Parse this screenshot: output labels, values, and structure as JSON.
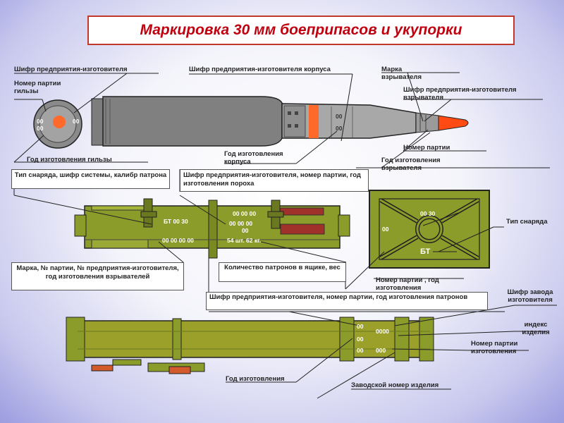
{
  "title": "Маркировка 30 мм боеприпасов и укупорки",
  "cartridge": {
    "manufacturer_code": "Шифр предприятия-изготовителя",
    "batch_number_case": "Номер партии гильзы",
    "case_year": "Год изготовления гильзы",
    "body_manufacturer_code": "Шифр предприятия-изготовителя корпуса",
    "body_year": "Год изготовления корпуса",
    "fuze_brand": "Марка взрывателя",
    "fuze_manufacturer_code": "Шифр предприятия-изготовителя взрывателя",
    "batch_number": "Номер партии",
    "fuze_year": "Год изготовления взрывателя",
    "base_marks": [
      "00",
      "00",
      "00"
    ],
    "body_marks": [
      "00",
      "00"
    ]
  },
  "box_labels": {
    "projectile_type": "Тип снаряда, шифр системы, калибр патрона",
    "powder_info": "Шифр предприятия-изготовителя, номер партии, год изготовления пороха",
    "fuze_info": "Марка, № партии, № предприятия-изготовителя, год изготовления взрывателей",
    "count_weight": "Количество патронов в ящике, вес",
    "end_batch_year": "Номер партии , год изготовления",
    "end_type": "Тип снаряда",
    "mfr_batch_year": "Шифр предприятия-изготовителя, номер партии, год изготовления патронов"
  },
  "box_marks": {
    "bt": "БТ  00 30",
    "codes_left": "00  00 00 00",
    "codes_right_1": "00 00 00",
    "codes_right_2": "00  00 00",
    "codes_right_3": "00",
    "count": "54 шт.  62 кг."
  },
  "box_end_marks": {
    "top": "00 30",
    "side": "00",
    "type": "БТ"
  },
  "tube_labels": {
    "plant_code": "Шифр завода изготовителя",
    "product_index": "индекс изделия",
    "batch_number": "Номер партии изготовления",
    "year": "Год изготовления",
    "serial": "Заводской номер изделия"
  },
  "tube_marks": [
    "00",
    "0000",
    "00",
    "00",
    "000"
  ],
  "colors": {
    "title": "#c0000f",
    "olive": "#8c9c2a",
    "grey": "#7a7a7a",
    "orange": "#ff6a2a"
  }
}
